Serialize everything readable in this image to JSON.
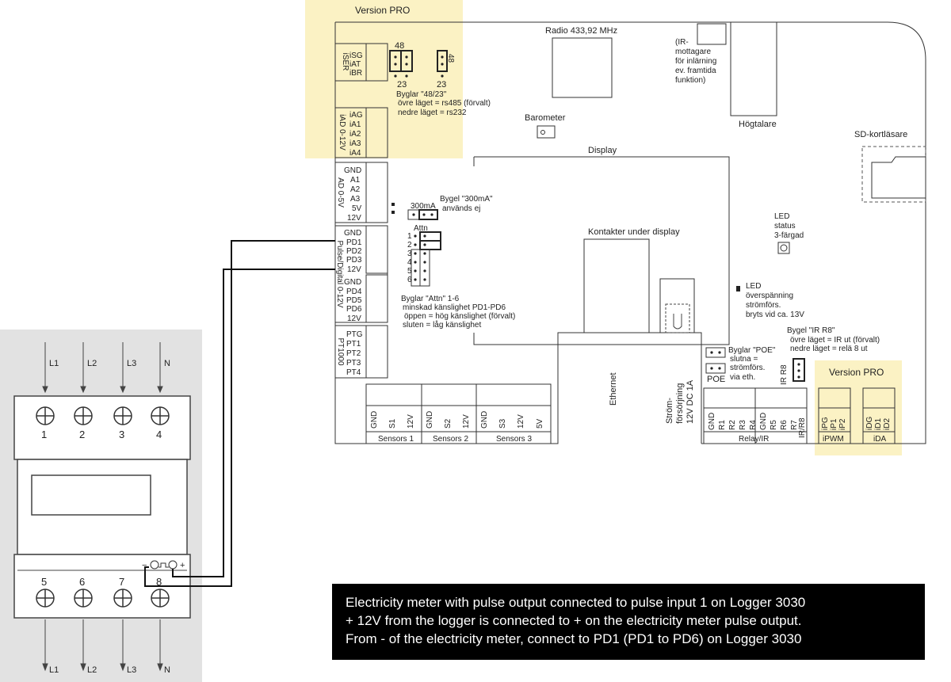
{
  "pro_top_label": "Version PRO",
  "pro_right_label": "Version PRO",
  "radio_label": "Radio 433,92 MHz",
  "ir_note": [
    "(IR-",
    "mottagare",
    "för inlärning",
    "ev. framtida",
    "funktion)"
  ],
  "speaker_label": "Högtalare",
  "sd_label": "SD-kortläsare",
  "barometer_label": "Barometer",
  "display_label": "Display",
  "connectors_label": "Kontakter under display",
  "led_status": [
    "LED",
    "status",
    "3-färgad"
  ],
  "led_over": [
    "LED",
    "överspänning",
    "strömförs.",
    "bryts vid ca. 13V"
  ],
  "iser_block": {
    "title": "iSER",
    "pins": [
      "iSG",
      "iAT",
      "iBR"
    ]
  },
  "iad_block": {
    "title": "iAD 0-12V",
    "pins": [
      "iAG",
      "iA1",
      "iA2",
      "iA3",
      "iA4"
    ]
  },
  "ad_block": {
    "title": "AD 0-5V",
    "pins": [
      "GND",
      "A1",
      "A2",
      "A3",
      "5V",
      "12V"
    ]
  },
  "pulse_block": {
    "title": "Pulse/Digital 0-12V",
    "pins": [
      "GND",
      "PD1",
      "PD2",
      "PD3",
      "12V",
      "GND",
      "PD4",
      "PD5",
      "PD6",
      "12V"
    ]
  },
  "pt_block": {
    "title": "PT1000",
    "pins": [
      "PTG",
      "PT1",
      "PT2",
      "PT3",
      "PT4"
    ]
  },
  "jumper_48_23": {
    "top": "48",
    "bottom": "23",
    "top2": "48",
    "bottom2": "23"
  },
  "jumper_48_23_note": [
    "Byglar \"48/23\"",
    "övre läget =  rs485 (förvalt)",
    "nedre läget = rs232"
  ],
  "jumper_300": {
    "label": "300mA",
    "note": [
      "Bygel \"300mA\"",
      "används ej"
    ]
  },
  "jumper_attn": {
    "label": "Attn",
    "numbers": [
      "1",
      "2",
      "3",
      "4",
      "5",
      "6"
    ],
    "note": [
      "Byglar \"Attn\" 1-6",
      "minskad känslighet PD1-PD6",
      "öppen = hög känslighet (förvalt)",
      "sluten = låg känslighet"
    ]
  },
  "poe": {
    "label": "POE",
    "note": [
      "Byglar \"POE\"",
      "slutna =",
      "strömförs.",
      "via eth."
    ]
  },
  "ir_r8": {
    "label": "IR R8",
    "note": [
      "Bygel \"IR R8\"",
      "övre läget = IR ut (förvalt)",
      "nedre läget = relä 8 ut"
    ]
  },
  "ethernet_label": "Ethernet",
  "power_label": [
    "Ström-",
    "försörjning",
    "12V DC 1A"
  ],
  "sensors": [
    {
      "name": "Sensors 1",
      "pins": [
        "GND",
        "S1",
        "12V"
      ]
    },
    {
      "name": "Sensors 2",
      "pins": [
        "GND",
        "S2",
        "12V"
      ]
    },
    {
      "name": "Sensors 3",
      "pins": [
        "GND",
        "S3",
        "12V",
        "5V"
      ]
    }
  ],
  "relay": {
    "name": "Relay/IR",
    "pins": [
      "GND",
      "R1",
      "R2",
      "R3",
      "R4",
      "GND",
      "R5",
      "R6",
      "R7",
      "IR/R8"
    ]
  },
  "ipwm": {
    "name": "iPWM",
    "pins": [
      "iPG",
      "iP1",
      "iP2"
    ]
  },
  "ida": {
    "name": "iDA",
    "pins": [
      "iDG",
      "iD1",
      "iD2"
    ]
  },
  "meter": {
    "top_lines": [
      "L1",
      "L2",
      "L3",
      "N"
    ],
    "top_terminals": [
      "1",
      "2",
      "3",
      "4"
    ],
    "bottom_terminals": [
      "5",
      "6",
      "7",
      "8"
    ],
    "bottom_lines": [
      "L1",
      "L2",
      "L3",
      "N"
    ],
    "pulse_minus": "−",
    "pulse_plus": "+"
  },
  "caption_lines": [
    "Electricity meter with pulse output connected to pulse input 1 on Logger 3030",
    "+ 12V from the logger is connected to + on the electricity meter pulse output.",
    "From - of the electricity meter, connect to PD1 (PD1 to PD6) on Logger 3030"
  ]
}
